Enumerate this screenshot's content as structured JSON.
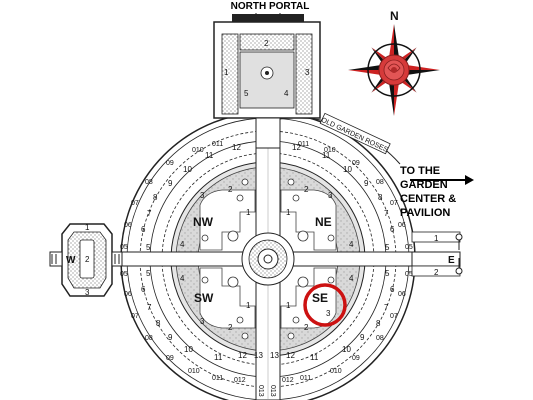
{
  "map": {
    "north_portal": "NORTH PORTAL",
    "compass_letter": "N",
    "direction_label_lines": [
      "TO THE",
      "GARDEN",
      "CENTER &",
      "PAVILION"
    ],
    "old_garden_roses": "OLD GARDEN ROSES",
    "quadrants": {
      "nw": "NW",
      "ne": "NE",
      "sw": "SW",
      "se": "SE"
    },
    "west_garden": {
      "letter": "W",
      "bed_1": "1",
      "bed_2": "2",
      "bed_3": "3"
    },
    "east_beds": {
      "letter": "E",
      "bed_1": "1",
      "bed_2": "2"
    },
    "north_portal_beds": {
      "b1": "1",
      "b2": "2",
      "b3": "3",
      "b4": "4",
      "b5": "5"
    },
    "ring_labels": {
      "o11": "011",
      "o10": "010",
      "o09": "09",
      "o08": "08",
      "o07": "07",
      "o06": "06",
      "o05": "05",
      "o12": "012",
      "o13": "013",
      "i13": "13",
      "i12": "12",
      "i11": "11",
      "i10": "10",
      "i9": "9",
      "i8": "8",
      "i7": "7",
      "i6": "6",
      "i5": "5",
      "i4": "4",
      "i3": "3",
      "i2": "2",
      "i1": "1"
    },
    "highlight": {
      "bed": "SE 3",
      "color": "#cc1111"
    },
    "colors": {
      "rose": "#d63a3a",
      "compass_dark": "#111111",
      "compass_red": "#cc2222"
    }
  }
}
